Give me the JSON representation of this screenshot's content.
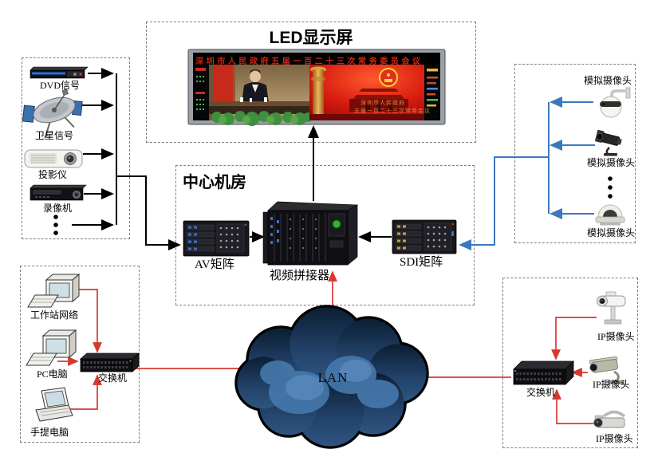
{
  "led_section": {
    "title": "LED显示屏",
    "screen_headline": "深圳市人民政府五届一百二十三次常务委员会议",
    "screen_caption_line1": "深圳市人民政府",
    "screen_caption_line2": "五届一百二十三次常务会议"
  },
  "source_section": {
    "dvd_label": "DVD信号",
    "satellite_label": "卫星信号",
    "projector_label": "投影仪",
    "recorder_label": "录像机"
  },
  "machine_room": {
    "title": "中心机房",
    "av_matrix_label": "AV矩阵",
    "video_splicer_label": "视频拼接器",
    "sdi_matrix_label": "SDI矩阵"
  },
  "analog_camera_section": {
    "camera1_label": "模拟摄像头",
    "camera2_label": "模拟摄像头",
    "camera3_label": "模拟摄像头"
  },
  "office_section": {
    "workstation_label": "工作站网络",
    "pc_label": "PC电脑",
    "laptop_label": "手提电脑",
    "switch_label": "交换机"
  },
  "network": {
    "cloud_label": "LAN"
  },
  "ip_camera_section": {
    "switch_label": "交换机",
    "camera1_label": "IP摄像头",
    "camera2_label": "IP摄像头",
    "camera3_label": "IP摄像头"
  },
  "colors": {
    "black_line": "#000000",
    "red_line": "#d63a2e",
    "blue_line": "#3c78c0",
    "dashed_border": "#7f7f7f",
    "headline_red": "#d42314",
    "cloud_dark": "#12273f",
    "cloud_light": "#4679ad"
  }
}
